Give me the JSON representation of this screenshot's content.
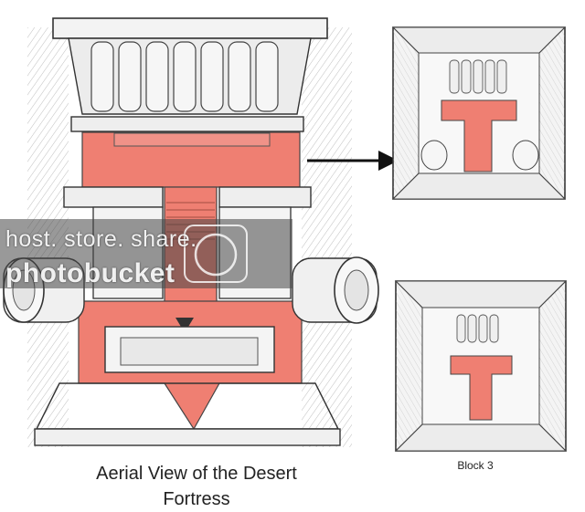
{
  "captions": {
    "main": "Aerial View of the Desert Fortress",
    "main_line1": "Aerial View of the Desert",
    "main_line2": "Fortress",
    "block_label": "Block 3"
  },
  "watermark": {
    "line1": "host. store. share.",
    "line2": "photobucket"
  },
  "colors": {
    "floor_accent": "#ef7f72",
    "stone": "#e8e8e8",
    "line": "#3a3a3a",
    "background": "#ffffff"
  }
}
